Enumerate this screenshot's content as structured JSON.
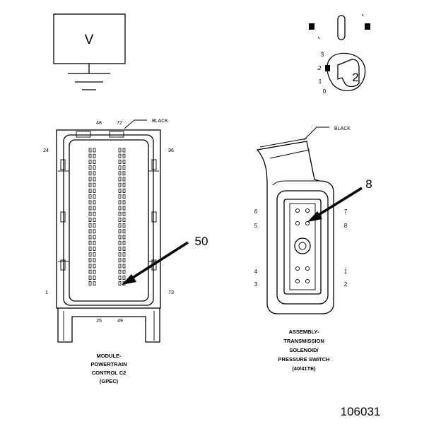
{
  "meter": {
    "symbol": "V"
  },
  "probe": {
    "positions": [
      "3",
      "2",
      "1",
      "0"
    ],
    "callout": "2"
  },
  "pcm_connector": {
    "color_label": "BLACK",
    "top_pins": [
      "48",
      "72"
    ],
    "side_pins": {
      "upper_left": "24",
      "upper_right": "96",
      "lower_left": "1",
      "lower_right": "73"
    },
    "bottom_pins": [
      "25",
      "49"
    ],
    "callout": "50",
    "caption": [
      "MODULE-",
      "POWERTRAIN",
      "CONTROL C2",
      "(GPEC)"
    ]
  },
  "solenoid_connector": {
    "color_label": "BLACK",
    "left_pins": [
      "6",
      "5",
      "4",
      "3"
    ],
    "right_pins": [
      "7",
      "8",
      "1",
      "2"
    ],
    "callout": "8",
    "caption": [
      "ASSEMBLY-",
      "TRANSMISSION",
      "SOLENOID/",
      "PRESSURE SWITCH",
      "(40/41TE)"
    ]
  },
  "figure_number": "106031"
}
